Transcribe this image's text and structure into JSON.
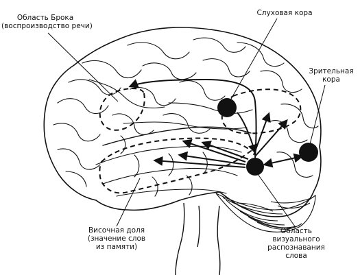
{
  "labels": {
    "broca": [
      "Область Брока",
      "(воспроизводство речи)"
    ],
    "auditory": [
      "Слуховая кора"
    ],
    "visual": [
      "Зрительная",
      "кора"
    ],
    "temporal": [
      "Височная доля",
      "(значение слов",
      "из памяти)"
    ],
    "vwfa": [
      "Область",
      "визуального",
      "распознавания",
      "слова"
    ]
  },
  "colors": {
    "ink": "#111111",
    "background": "#ffffff"
  }
}
